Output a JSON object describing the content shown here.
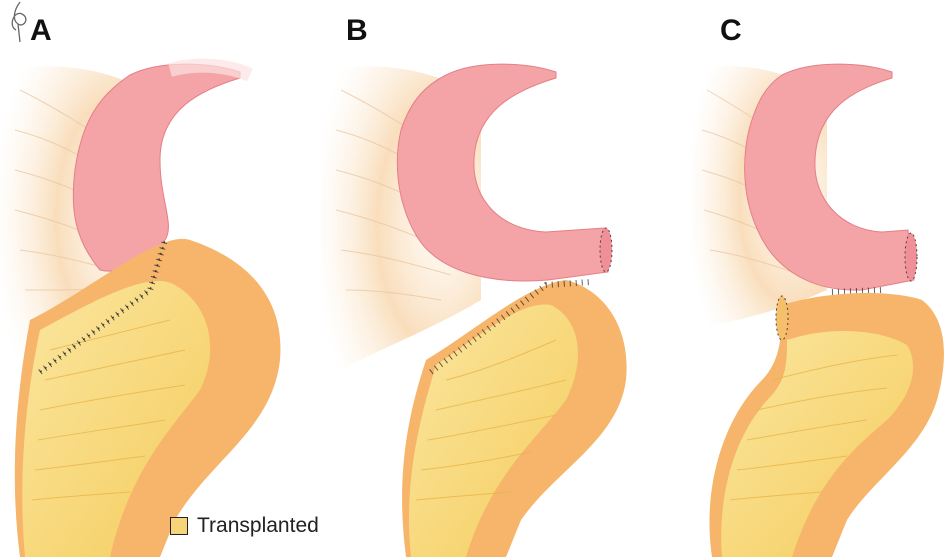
{
  "panels": [
    {
      "letter": "A",
      "variant": "pouch-to-intestine-side"
    },
    {
      "letter": "B",
      "variant": "end-to-side-anastomosis"
    },
    {
      "letter": "C",
      "variant": "end-to-end-anastomosis"
    }
  ],
  "legend": {
    "label": "Transplanted",
    "swatch_color": "#f7d37a"
  },
  "colors": {
    "recipient_bowel": "#f4a3a6",
    "recipient_bowel_dark": "#e57f86",
    "mesentery": "#fbe0b8",
    "transplanted_inner": "#f7d56f",
    "transplanted_outer": "#f6b56a",
    "suture": "#333333"
  },
  "icons": [
    "signature-mark-icon"
  ]
}
